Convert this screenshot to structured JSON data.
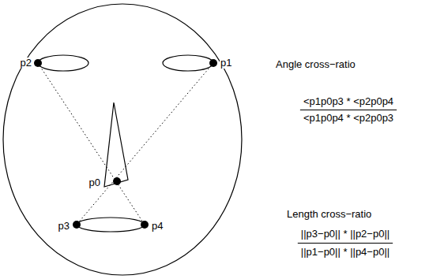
{
  "diagram": {
    "labels": [
      "p2",
      "p1",
      "p0",
      "p3",
      "p4",
      "Angle cross−ratio",
      "<p1p0p3 * <p2p0p4",
      "<p1p0p4 * <p2p0p3",
      "Length cross−ratio",
      "||p3−p0|| * ||p2−p0||",
      "||p1−p0|| * ||p4−p0||"
    ]
  }
}
